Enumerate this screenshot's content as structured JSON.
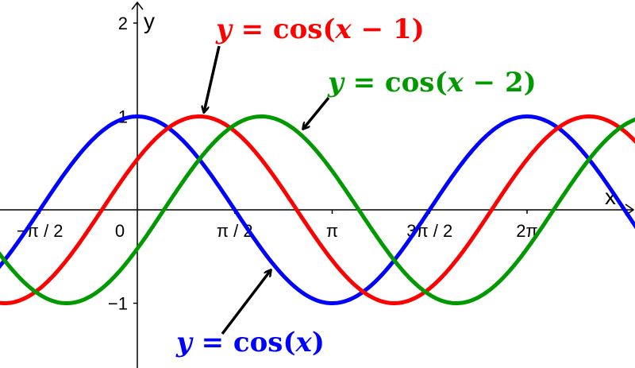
{
  "chart_data": {
    "type": "line",
    "title": "",
    "xlabel": "x",
    "ylabel": "y",
    "x_ticks": [
      {
        "label": "−π / 2",
        "value": -1.5708
      },
      {
        "label": "0",
        "value": 0
      },
      {
        "label": "π / 2",
        "value": 1.5708
      },
      {
        "label": "π",
        "value": 3.1416
      },
      {
        "label": "3π / 2",
        "value": 4.7124
      },
      {
        "label": "2π",
        "value": 6.2832
      }
    ],
    "y_ticks": [
      {
        "label": "2",
        "value": 2
      },
      {
        "label": "1",
        "value": 1
      },
      {
        "label": "−1",
        "value": -1
      }
    ],
    "xlim": [
      -2.21,
      8.02
    ],
    "ylim": [
      -1.69,
      2.25
    ],
    "grid": false,
    "series": [
      {
        "name": "y = cos(x)",
        "function": "cos(x)",
        "shift": 0,
        "color": "#0000ff"
      },
      {
        "name": "y = cos(x − 1)",
        "function": "cos(x - 1)",
        "shift": 1,
        "color": "#ff0000"
      },
      {
        "name": "y = cos(x − 2)",
        "function": "cos(x - 2)",
        "shift": 2,
        "color": "#009900"
      }
    ],
    "annotations": [
      {
        "text": "y = cos(x − 1)",
        "color": "#ff0000"
      },
      {
        "text": "y = cos(x − 2)",
        "color": "#009900"
      },
      {
        "text": "y = cos(x)",
        "color": "#0000ff"
      }
    ]
  },
  "labels": {
    "x_axis": "x",
    "y_axis": "y",
    "eq_red": {
      "y": "y",
      "eq": " = cos(",
      "x": "x",
      "rest": " − 1)"
    },
    "eq_green": {
      "y": "y",
      "eq": " = cos(",
      "x": "x",
      "rest": " − 2)"
    },
    "eq_blue": {
      "y": "y",
      "eq": " = cos(",
      "x": "x",
      "rest": ")"
    }
  }
}
